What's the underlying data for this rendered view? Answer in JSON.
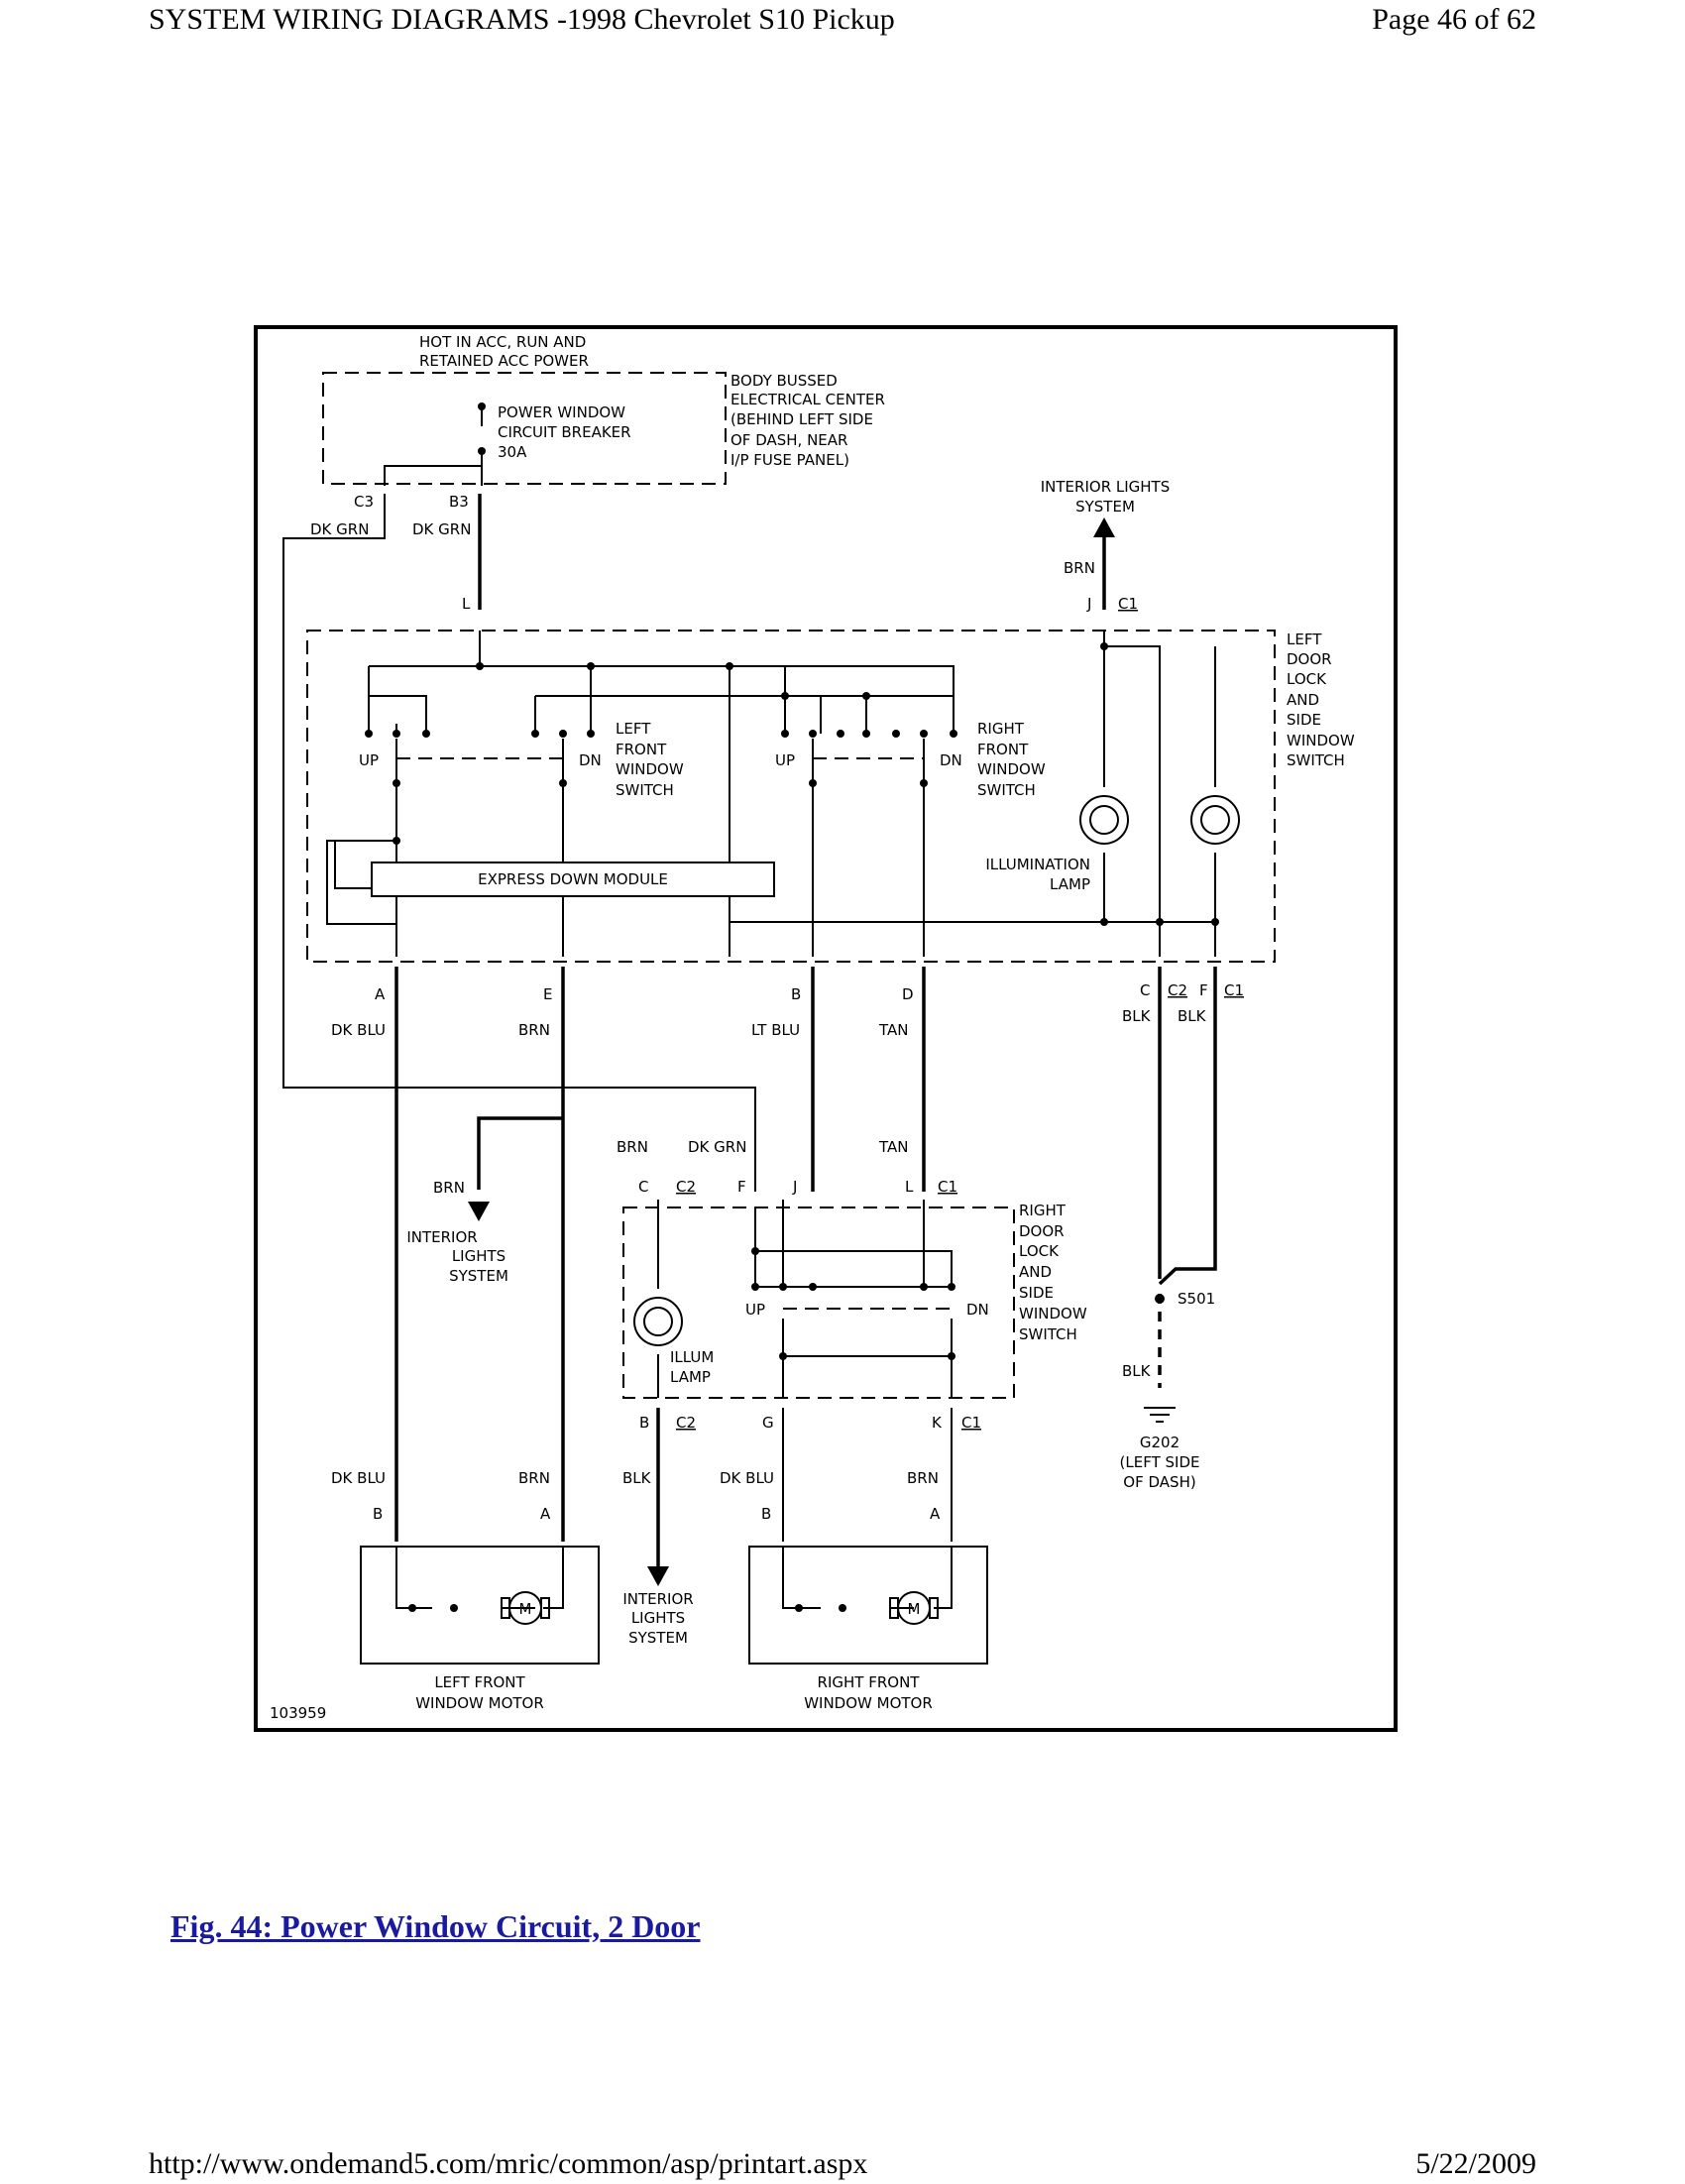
{
  "page_header": {
    "title": "SYSTEM WIRING DIAGRAMS -1998 Chevrolet S10 Pickup",
    "page": "Page 46 of 62"
  },
  "page_footer": {
    "url": "http://www.ondemand5.com/mric/common/asp/printart.aspx",
    "date": "5/22/2009"
  },
  "caption": "Fig. 44: Power Window Circuit, 2 Door",
  "diagram": {
    "figure_id": "103959",
    "hot_label": [
      "HOT IN ACC, RUN AND",
      "RETAINED ACC POWER"
    ],
    "breaker": [
      "POWER WINDOW",
      "CIRCUIT BREAKER",
      "30A"
    ],
    "bussed_center": [
      "BODY BUSSED",
      "ELECTRICAL CENTER",
      "(BEHIND LEFT SIDE",
      "OF DASH, NEAR",
      "I/P FUSE PANEL)"
    ],
    "interior_lights_top": [
      "INTERIOR LIGHTS",
      "SYSTEM"
    ],
    "interior_lights_left": [
      "INTERIOR",
      "LIGHTS",
      "SYSTEM"
    ],
    "interior_lights_bottom": [
      "INTERIOR",
      "LIGHTS",
      "SYSTEM"
    ],
    "left_door_switch": [
      "LEFT",
      "DOOR",
      "LOCK",
      "AND",
      "SIDE",
      "WINDOW",
      "SWITCH"
    ],
    "right_door_switch": [
      "RIGHT",
      "DOOR",
      "LOCK",
      "AND",
      "SIDE",
      "WINDOW",
      "SWITCH"
    ],
    "left_front_window_switch": [
      "LEFT",
      "FRONT",
      "WINDOW",
      "SWITCH"
    ],
    "right_front_window_switch": [
      "RIGHT",
      "FRONT",
      "WINDOW",
      "SWITCH"
    ],
    "express_down_module": "EXPRESS DOWN MODULE",
    "illumination_lamp": [
      "ILLUMINATION",
      "LAMP"
    ],
    "illum_lamp": [
      "ILLUM",
      "LAMP"
    ],
    "splice": "S501",
    "ground": [
      "G202",
      "(LEFT SIDE",
      "OF DASH)"
    ],
    "left_motor": [
      "LEFT FRONT",
      "WINDOW MOTOR"
    ],
    "right_motor": [
      "RIGHT FRONT",
      "WINDOW MOTOR"
    ],
    "motor_symbol": "M",
    "up": "UP",
    "dn": "DN",
    "pins": {
      "c3": "C3",
      "b3": "B3",
      "l": "L",
      "j": "J",
      "c1": "C1",
      "c2": "C2",
      "a": "A",
      "b": "B",
      "c": "C",
      "d": "D",
      "e": "E",
      "f": "F",
      "g": "G",
      "k": "K"
    },
    "wires": {
      "dk_grn": "DK GRN",
      "brn": "BRN",
      "dk_blu": "DK BLU",
      "lt_blu": "LT BLU",
      "tan": "TAN",
      "blk": "BLK"
    }
  }
}
